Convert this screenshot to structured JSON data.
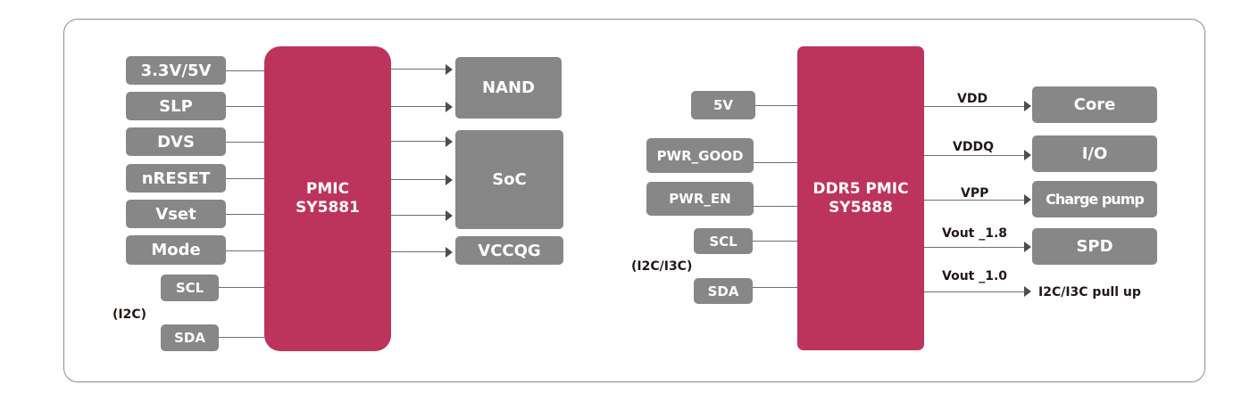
{
  "colors": {
    "pmic_fill": "#bc335b",
    "signal_box_fill": "#878787",
    "text_on_box": "#ffffff",
    "label_text": "#231815",
    "line": "#6e6e6e",
    "frame_border": "#8c8c8c"
  },
  "left_diagram": {
    "chip": {
      "line1": "PMIC",
      "line2": "SY5881"
    },
    "inputs": [
      "3.3V/5V",
      "SLP",
      "DVS",
      "nRESET",
      "Vset",
      "Mode",
      "SCL",
      "SDA"
    ],
    "bus_label": "(I2C)",
    "outputs": [
      "NAND",
      "SoC",
      "VCCQG"
    ]
  },
  "right_diagram": {
    "chip": {
      "line1": "DDR5 PMIC",
      "line2": "SY5888"
    },
    "inputs": [
      "5V",
      "PWR_GOOD",
      "PWR_EN",
      "SCL",
      "SDA"
    ],
    "bus_label": "(I2C/I3C)",
    "rails": [
      {
        "label": "VDD",
        "target": "Core"
      },
      {
        "label": "VDDQ",
        "target": "I/O"
      },
      {
        "label": "VPP",
        "target": "Charge pump"
      },
      {
        "label": "Vout _1.8",
        "target": "SPD"
      },
      {
        "label": "Vout _1.0",
        "target": "I2C/I3C pull up"
      }
    ]
  }
}
